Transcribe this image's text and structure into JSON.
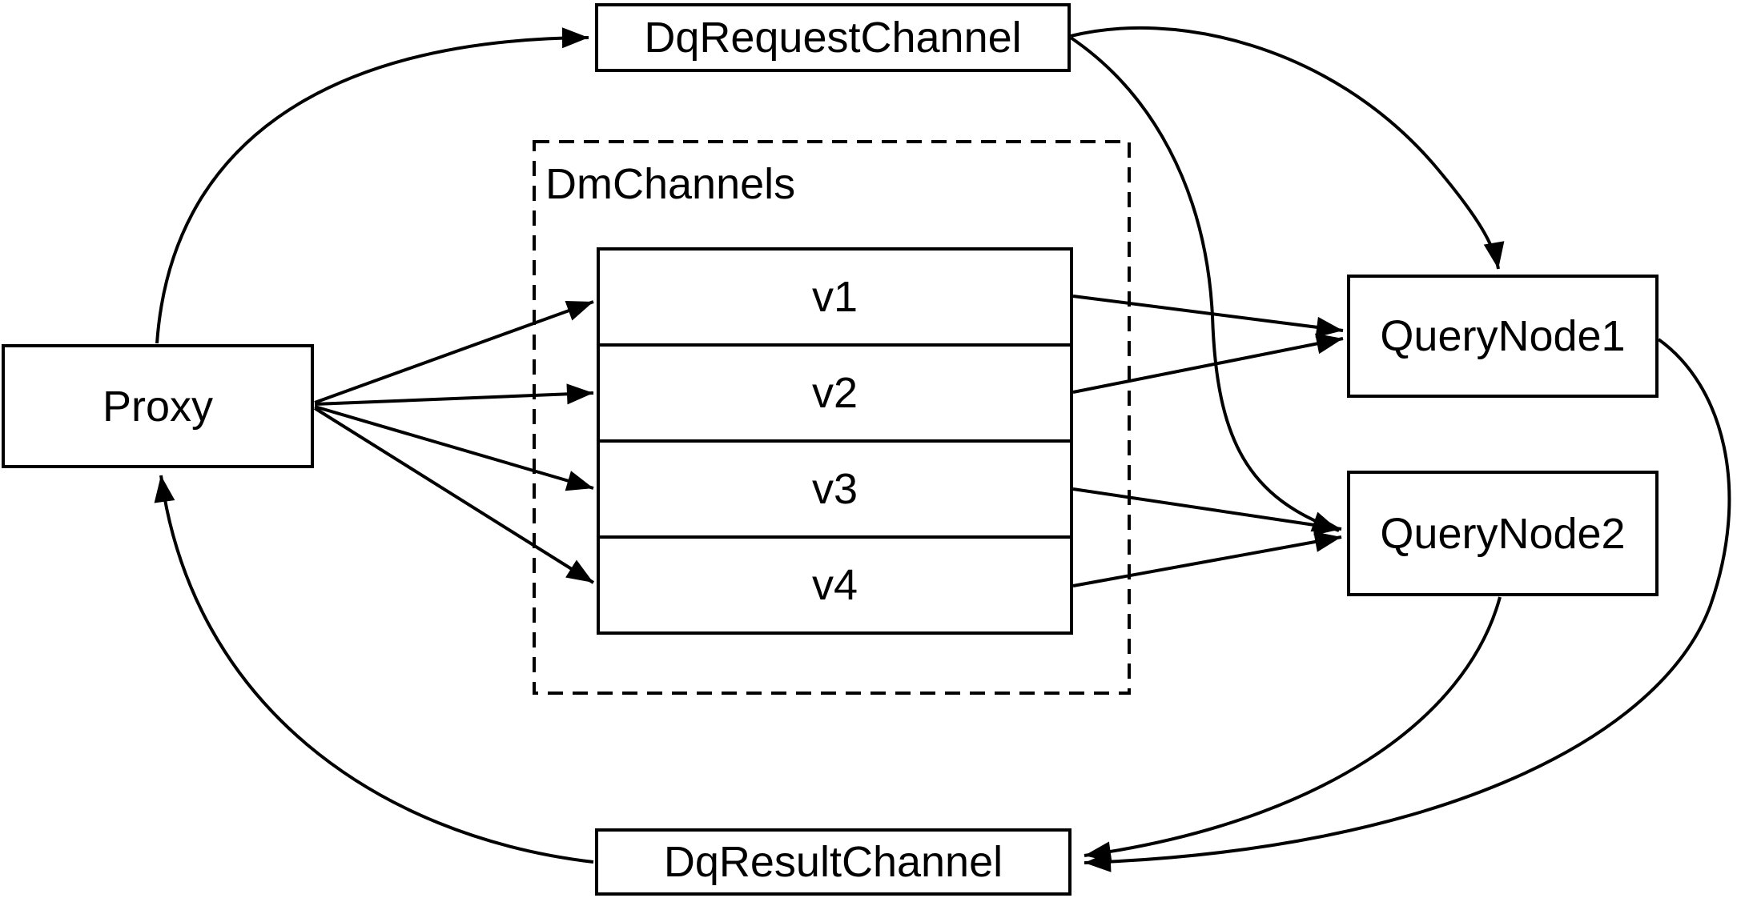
{
  "nodes": {
    "proxy": {
      "label": "Proxy"
    },
    "dq_request_channel": {
      "label": "DqRequestChannel"
    },
    "dm_channels": {
      "label": "DmChannels"
    },
    "query_node1": {
      "label": "QueryNode1"
    },
    "query_node2": {
      "label": "QueryNode2"
    },
    "dq_result_channel": {
      "label": "DqResultChannel"
    }
  },
  "channels": [
    "v1",
    "v2",
    "v3",
    "v4"
  ],
  "edges": [
    {
      "from": "Proxy",
      "to": "DqRequestChannel"
    },
    {
      "from": "Proxy",
      "to": "v1"
    },
    {
      "from": "Proxy",
      "to": "v2"
    },
    {
      "from": "Proxy",
      "to": "v3"
    },
    {
      "from": "Proxy",
      "to": "v4"
    },
    {
      "from": "v1",
      "to": "QueryNode1"
    },
    {
      "from": "v2",
      "to": "QueryNode1"
    },
    {
      "from": "v3",
      "to": "QueryNode2"
    },
    {
      "from": "v4",
      "to": "QueryNode2"
    },
    {
      "from": "DqRequestChannel",
      "to": "QueryNode1"
    },
    {
      "from": "DqRequestChannel",
      "to": "QueryNode2"
    },
    {
      "from": "QueryNode1",
      "to": "DqResultChannel"
    },
    {
      "from": "QueryNode2",
      "to": "DqResultChannel"
    },
    {
      "from": "DqResultChannel",
      "to": "Proxy"
    }
  ],
  "colors": {
    "stroke": "#000000",
    "background": "#ffffff"
  }
}
